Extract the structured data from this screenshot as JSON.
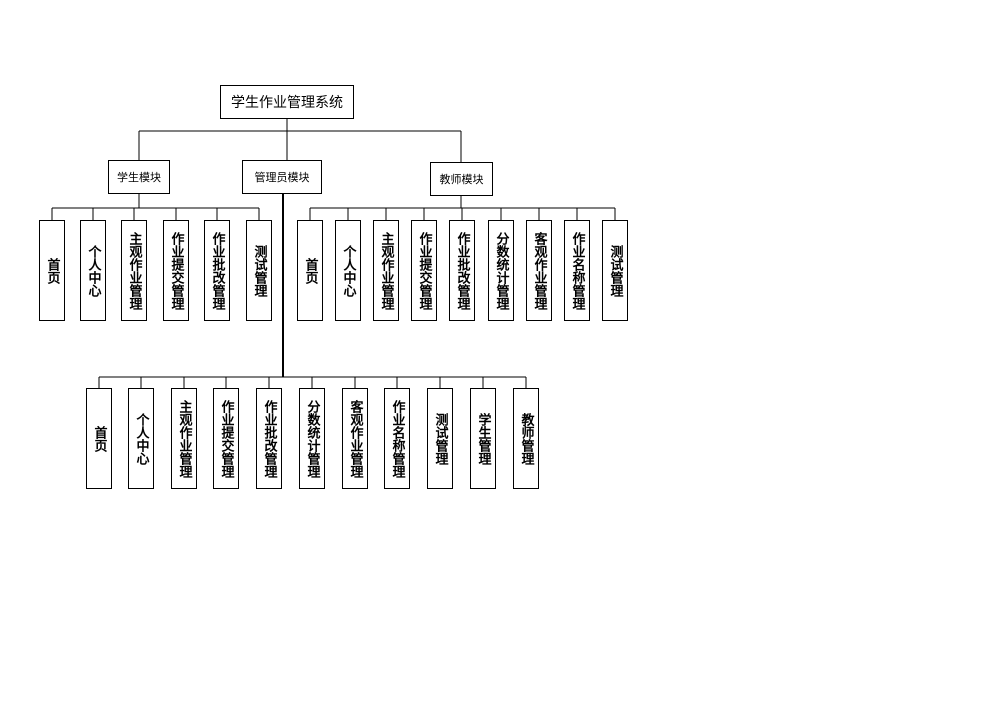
{
  "root": {
    "label": "学生作业管理系统"
  },
  "modules": [
    {
      "label": "学生模块",
      "items": [
        "首页",
        "个人中心",
        "主观作业管理",
        "作业提交管理",
        "作业批改管理",
        "测试管理"
      ]
    },
    {
      "label": "管理员模块",
      "items": [
        "首页",
        "个人中心",
        "主观作业管理",
        "作业提交管理",
        "作业批改管理",
        "分数统计管理",
        "客观作业管理",
        "作业名称管理",
        "测试管理",
        "学生管理",
        "教师管理"
      ]
    },
    {
      "label": "教师模块",
      "items": [
        "首页",
        "个人中心",
        "主观作业管理",
        "作业提交管理",
        "作业批改管理",
        "分数统计管理",
        "客观作业管理",
        "作业名称管理",
        "测试管理"
      ]
    }
  ]
}
